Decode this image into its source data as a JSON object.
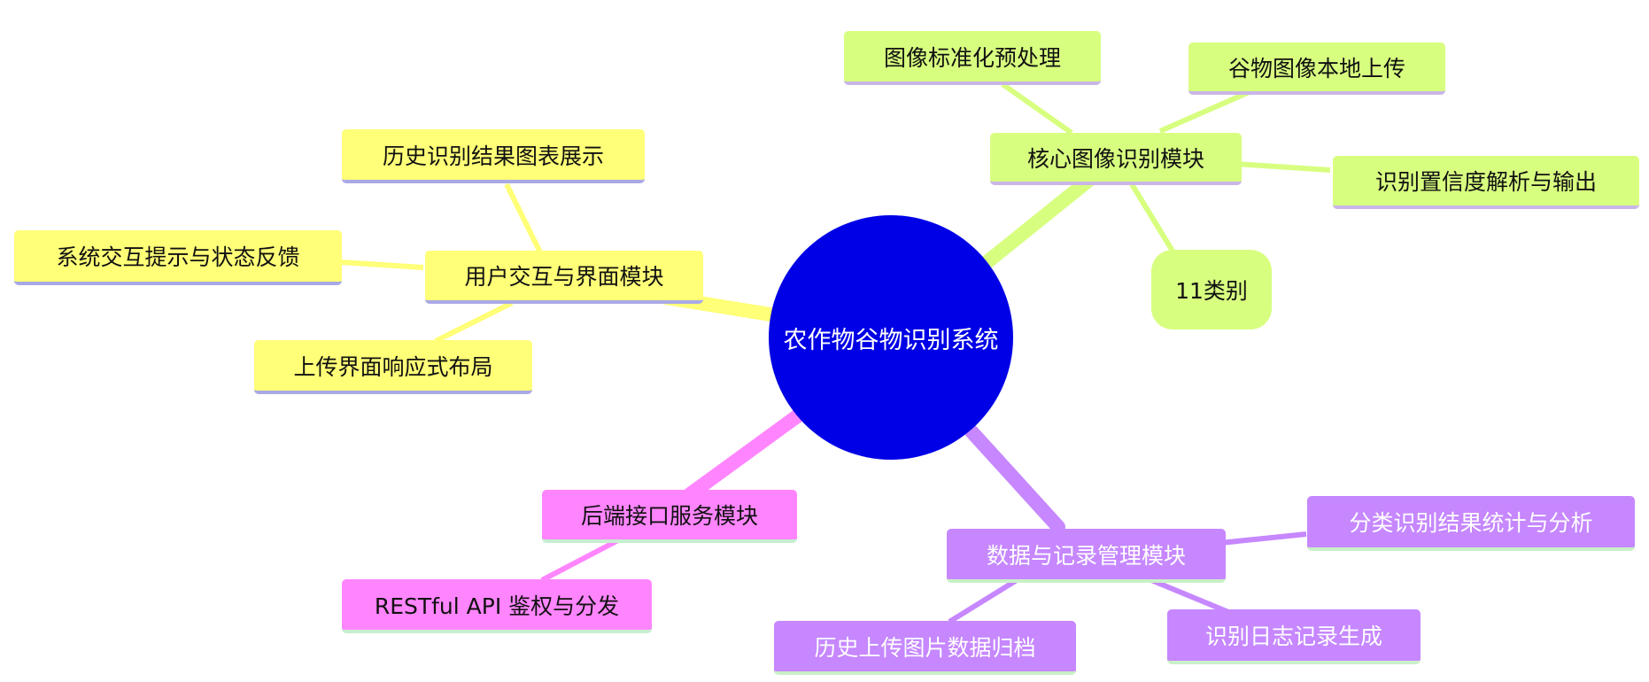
{
  "mindmap": {
    "root": "农作物谷物识别系统",
    "branches": {
      "ui": {
        "label": "用户交互与界面模块",
        "children": [
          "历史识别结果图表展示",
          "系统交互提示与状态反馈",
          "上传界面响应式布局"
        ]
      },
      "core": {
        "label": "核心图像识别模块",
        "children": [
          "图像标准化预处理",
          "谷物图像本地上传",
          "识别置信度解析与输出",
          "11类别"
        ]
      },
      "backend": {
        "label": "后端接口服务模块",
        "children": [
          "RESTful API 鉴权与分发"
        ]
      },
      "data": {
        "label": "数据与记录管理模块",
        "children": [
          "分类识别结果统计与分析",
          "识别日志记录生成",
          "历史上传图片数据归档"
        ]
      }
    },
    "colors": {
      "root": "#0000e6",
      "ui": "#ffff78",
      "core": "#d8fe80",
      "backend": "#ff85ff",
      "data": "#c687ff"
    }
  }
}
